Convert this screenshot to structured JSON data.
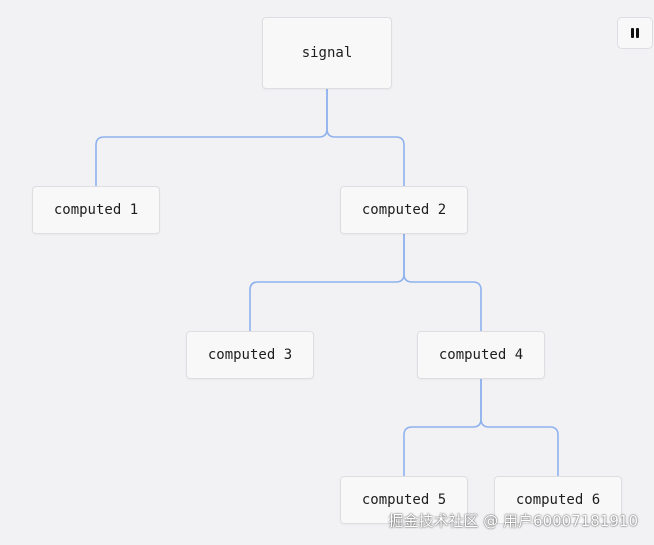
{
  "nodes": {
    "signal": "signal",
    "computed_1": "computed 1",
    "computed_2": "computed 2",
    "computed_3": "computed 3",
    "computed_4": "computed 4",
    "computed_5": "computed 5",
    "computed_6": "computed 6"
  },
  "edges": [
    {
      "from": "signal",
      "to": "computed_1"
    },
    {
      "from": "signal",
      "to": "computed_2"
    },
    {
      "from": "computed_2",
      "to": "computed_3"
    },
    {
      "from": "computed_2",
      "to": "computed_4"
    },
    {
      "from": "computed_4",
      "to": "computed_5"
    },
    {
      "from": "computed_4",
      "to": "computed_6"
    }
  ],
  "controls": {
    "pause_icon": "pause-icon"
  },
  "watermark": "掘金技术社区 @ 用户60007181910",
  "colors": {
    "background": "#f2f2f4",
    "node_fill": "#f8f8f8",
    "node_border": "#dedee2",
    "edge": "#8fb2ee"
  }
}
